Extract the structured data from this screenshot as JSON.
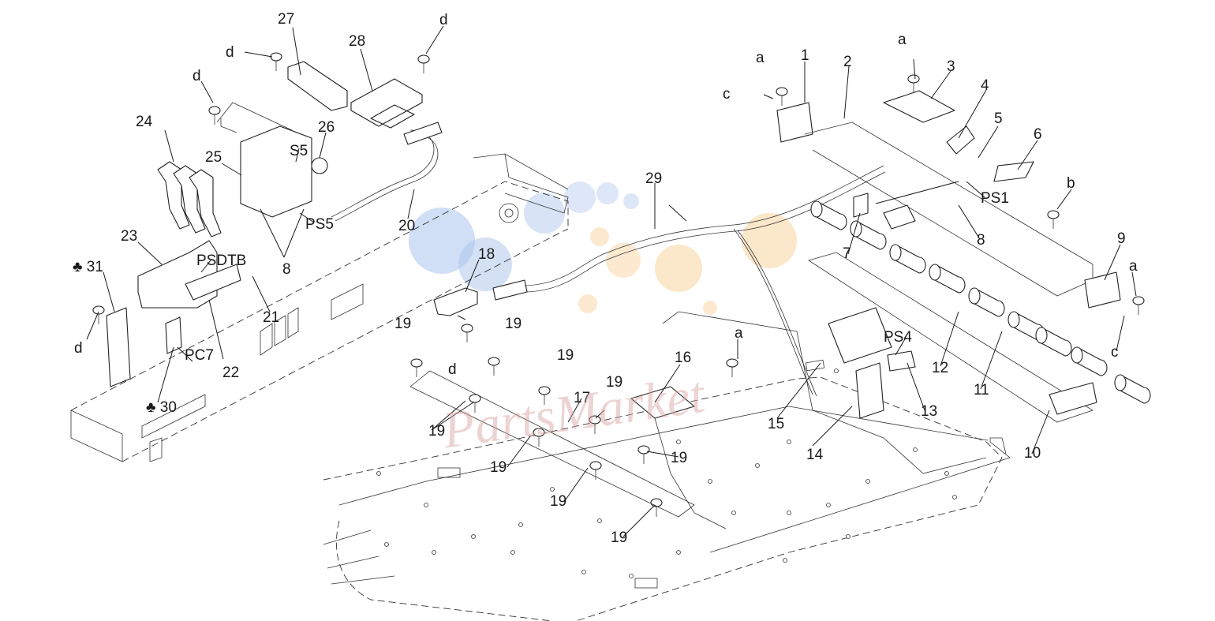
{
  "labels": {
    "n1": "1",
    "n2": "2",
    "n3": "3",
    "n4": "4",
    "n5": "5",
    "n6": "6",
    "n7": "7",
    "n8a": "8",
    "n8b": "8",
    "n9": "9",
    "n10": "10",
    "n11": "11",
    "n12": "12",
    "n13": "13",
    "n14": "14",
    "n15": "15",
    "n16": "16",
    "n17": "17",
    "n18": "18",
    "n19": "19",
    "n20": "20",
    "n21": "21",
    "n22": "22",
    "n23": "23",
    "n24": "24",
    "n25": "25",
    "n26": "26",
    "n27": "27",
    "n28": "28",
    "n29": "29",
    "n30": "♣ 30",
    "n31": "♣ 31",
    "a": "a",
    "b": "b",
    "c": "c",
    "d": "d",
    "ps1": "PS1",
    "ps4": "PS4",
    "ps5": "PS5",
    "s5": "S5",
    "psdtb": "PSDTB",
    "pc7": "PC7"
  },
  "watermark": "PartsMarket",
  "colors": {
    "line": "#1a1a1a",
    "watermark_text": "#d9a0a0",
    "watermark_blue": "#a9c4ec",
    "watermark_orange": "#f7c98a"
  }
}
